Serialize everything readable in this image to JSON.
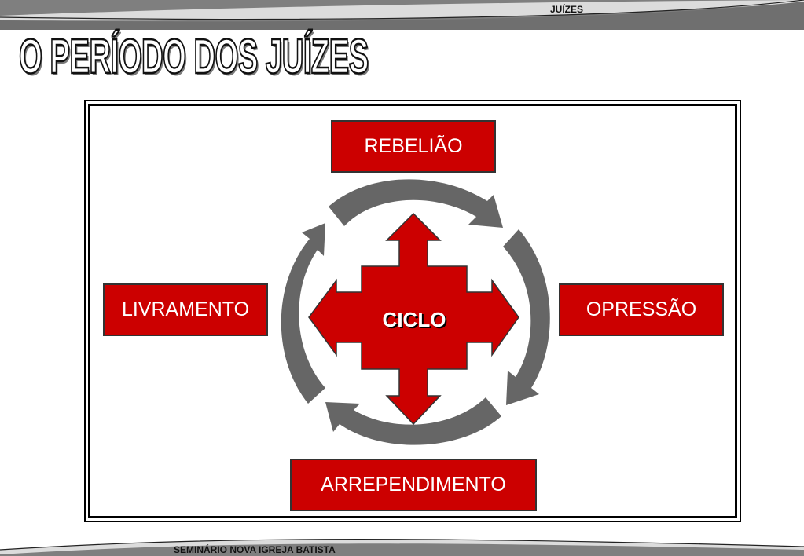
{
  "header": {
    "section_label": "JUÍZES"
  },
  "title": "O PERÍODO DOS JUÍZES",
  "diagram": {
    "center_label": "CICLO",
    "stages": {
      "top": "REBELIÃO",
      "right": "OPRESSÃO",
      "bottom": "ARREPENDIMENTO",
      "left": "LIVRAMENTO"
    },
    "colors": {
      "box": "#cc0000",
      "arrows": "#666666"
    }
  },
  "footer": {
    "org_name": "SEMINÁRIO NOVA IGREJA BATISTA"
  }
}
